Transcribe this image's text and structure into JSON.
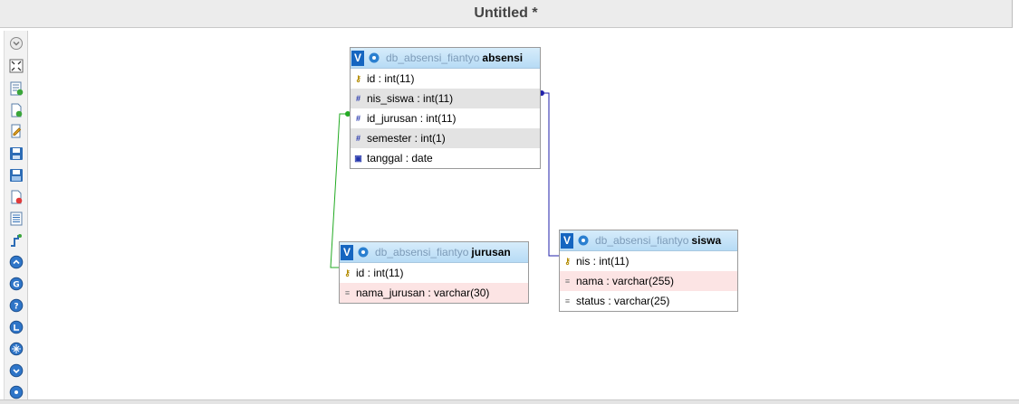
{
  "window": {
    "title": "Untitled *"
  },
  "colors": {
    "header_gradient_top": "#d6ecfb",
    "header_gradient_bottom": "#b7dbf5",
    "v_badge": "#1565c0",
    "relation_green": "#22aa22",
    "relation_blue": "#2222aa"
  },
  "toolbar": {
    "icons": [
      "toggle-menu-icon",
      "expand-canvas-icon",
      "add-table-icon",
      "new-page-icon",
      "edit-icon",
      "save-icon",
      "save-as-icon",
      "delete-page-icon",
      "table-list-icon",
      "relation-line-icon",
      "angular-links-icon",
      "snap-grid-icon",
      "help-icon",
      "small-big-icon",
      "toggle-all-icon",
      "export-icon"
    ]
  },
  "tables": {
    "absensi": {
      "v_label": "V",
      "db": "db_absensi_fiantyo",
      "name": "absensi",
      "columns": [
        {
          "label": "id : int(11)",
          "icon": "primary-key-icon"
        },
        {
          "label": "nis_siswa : int(11)",
          "icon": "numeric-column-icon"
        },
        {
          "label": "id_jurusan : int(11)",
          "icon": "numeric-column-icon"
        },
        {
          "label": "semester : int(1)",
          "icon": "numeric-column-icon"
        },
        {
          "label": "tanggal : date",
          "icon": "date-column-icon"
        }
      ]
    },
    "jurusan": {
      "v_label": "V",
      "db": "db_absensi_fiantyo",
      "name": "jurusan",
      "columns": [
        {
          "label": "id : int(11)",
          "icon": "primary-key-icon"
        },
        {
          "label": "nama_jurusan : varchar(30)",
          "icon": "text-column-icon"
        }
      ]
    },
    "siswa": {
      "v_label": "V",
      "db": "db_absensi_fiantyo",
      "name": "siswa",
      "columns": [
        {
          "label": "nis : int(11)",
          "icon": "primary-key-icon"
        },
        {
          "label": "nama : varchar(255)",
          "icon": "text-column-icon"
        },
        {
          "label": "status : varchar(25)",
          "icon": "text-column-icon"
        }
      ]
    }
  }
}
